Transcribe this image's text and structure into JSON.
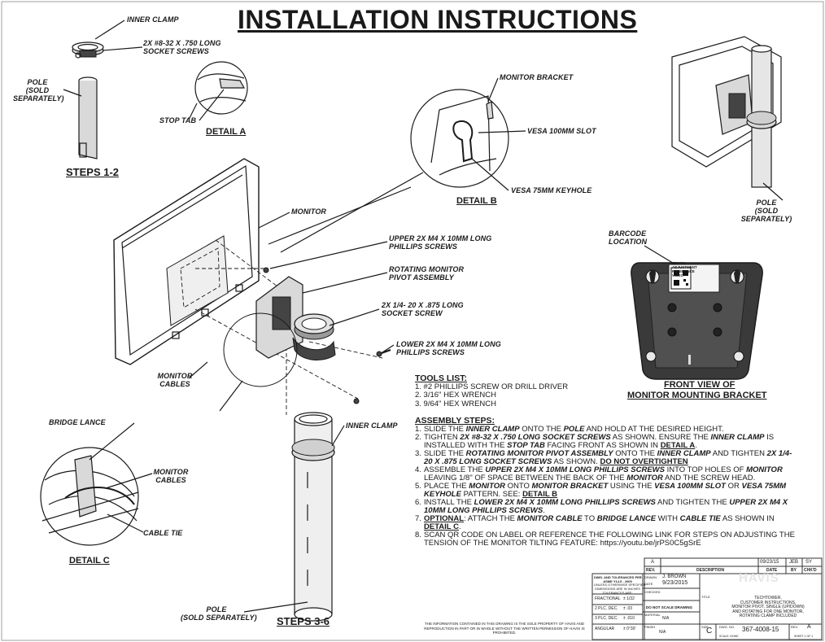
{
  "title": "INSTALLATION INSTRUCTIONS",
  "headings": {
    "steps_1_2": "STEPS 1-2",
    "detail_a": "DETAIL A",
    "detail_b": "DETAIL B",
    "detail_c": "DETAIL C",
    "steps_3_6": "STEPS 3-6",
    "front_view_1": "FRONT VIEW OF",
    "front_view_2": "MONITOR MOUNTING BRACKET"
  },
  "callouts": {
    "inner_clamp_top": "INNER CLAMP",
    "socket_screws": "2X #8-32 X .750 LONG\nSOCKET SCREWS",
    "pole_top": "POLE\n(SOLD\nSEPARATELY)",
    "stop_tab": "STOP TAB",
    "monitor_bracket": "MONITOR BRACKET",
    "vesa_100": "VESA 100MM SLOT",
    "vesa_75": "VESA 75MM KEYHOLE",
    "pole_right": "POLE\n(SOLD\nSEPARATELY)",
    "monitor": "MONITOR",
    "upper_screws": "UPPER 2X M4 X 10MM LONG\nPHILLIPS SCREWS",
    "pivot_assembly": "ROTATING MONITOR\nPIVOT ASSEMBLY",
    "socket_screw_14": "2X 1/4- 20 X .875 LONG\nSOCKET SCREW",
    "lower_screws": "LOWER 2X M4 X 10MM LONG\nPHILLIPS SCREWS",
    "barcode": "BARCODE\nLOCATION",
    "monitor_cables_main": "MONITOR\nCABLES",
    "bridge_lance": "BRIDGE LANCE",
    "monitor_cables_detail": "MONITOR\nCABLES",
    "cable_tie": "CABLE TIE",
    "inner_clamp_bottom": "INNER CLAMP",
    "pole_bottom": "POLE\n(SOLD SEPARATELY)"
  },
  "label_text": "ERGON\nADJUSTMENT\nREFERENCE\nVIDEO",
  "tools": {
    "heading": "TOOLS LIST:",
    "items": [
      "1. #2 PHILLIPS SCREW OR DRILL DRIVER",
      "2. 3/16\" HEX WRENCH",
      "3. 9/64\" HEX WRENCH"
    ]
  },
  "assembly": {
    "heading": "ASSEMBLY STEPS:",
    "steps": [
      {
        "n": "1.",
        "parts": [
          [
            "t",
            "SLIDE THE "
          ],
          [
            "b",
            "INNER CLAMP"
          ],
          [
            "t",
            " ONTO THE "
          ],
          [
            "b",
            "POLE"
          ],
          [
            "t",
            " AND HOLD AT THE DESIRED HEIGHT."
          ]
        ]
      },
      {
        "n": "2.",
        "parts": [
          [
            "t",
            "TIGHTEN "
          ],
          [
            "b",
            "2X #8-32 X .750 LONG SOCKET SCREWS"
          ],
          [
            "t",
            " AS SHOWN. ENSURE THE "
          ],
          [
            "b",
            "INNER CLAMP"
          ],
          [
            "t",
            " IS INSTALLED WITH THE "
          ],
          [
            "b",
            "STOP TAB"
          ],
          [
            "t",
            " FACING FRONT AS SHOWN IN "
          ],
          [
            "u",
            "DETAIL A"
          ],
          [
            "t",
            "."
          ]
        ]
      },
      {
        "n": "3.",
        "parts": [
          [
            "t",
            "SLIDE THE "
          ],
          [
            "b",
            "ROTATING MONITOR PIVOT ASSEMBLY"
          ],
          [
            "t",
            " ONTO THE "
          ],
          [
            "b",
            "INNER CLAMP"
          ],
          [
            "t",
            " AND TIGHTEN "
          ],
          [
            "b",
            "2X 1/4-20 X .875 LONG SOCKET SCREWS"
          ],
          [
            "t",
            " AS SHOWN. "
          ],
          [
            "u",
            "DO NOT OVERTIGHTEN"
          ]
        ]
      },
      {
        "n": "4.",
        "parts": [
          [
            "t",
            "ASSEMBLE THE "
          ],
          [
            "b",
            "UPPER 2X M4 X 10MM LONG PHILLIPS SCREWS"
          ],
          [
            "t",
            " INTO TOP HOLES OF "
          ],
          [
            "b",
            "MONITOR"
          ],
          [
            "t",
            " LEAVING 1/8\" OF SPACE BETWEEN THE BACK OF THE "
          ],
          [
            "b",
            "MONITOR"
          ],
          [
            "t",
            " AND THE SCREW HEAD."
          ]
        ]
      },
      {
        "n": "5.",
        "parts": [
          [
            "t",
            "PLACE THE "
          ],
          [
            "b",
            "MONITOR"
          ],
          [
            "t",
            " ONTO "
          ],
          [
            "b",
            "MONITOR BRACKET"
          ],
          [
            "t",
            " USING THE "
          ],
          [
            "b",
            "VESA 100MM SLOT"
          ],
          [
            "t",
            " OR "
          ],
          [
            "b",
            "VESA 75MM KEYHOLE"
          ],
          [
            "t",
            " PATTERN. SEE: "
          ],
          [
            "u",
            "DETAIL B"
          ]
        ]
      },
      {
        "n": "6.",
        "parts": [
          [
            "t",
            "INSTALL THE "
          ],
          [
            "b",
            "LOWER 2X M4 X 10MM LONG PHILLIPS SCREWS"
          ],
          [
            "t",
            " AND TIGHTEN THE "
          ],
          [
            "b",
            "UPPER 2X M4 X 10MM LONG PHILLIPS SCREWS"
          ],
          [
            "t",
            "."
          ]
        ]
      },
      {
        "n": "7.",
        "parts": [
          [
            "u",
            "OPTIONAL"
          ],
          [
            "t",
            ": ATTACH THE "
          ],
          [
            "b",
            "MONITOR CABLE"
          ],
          [
            "t",
            " TO "
          ],
          [
            "b",
            "BRIDGE LANCE"
          ],
          [
            "t",
            " WITH "
          ],
          [
            "b",
            "CABLE TIE"
          ],
          [
            "t",
            " AS SHOWN IN "
          ],
          [
            "u",
            "DETAIL C"
          ],
          [
            "t",
            "."
          ]
        ]
      },
      {
        "n": "8.",
        "parts": [
          [
            "t",
            "SCAN QR CODE ON LABEL OR REFERENCE THE FOLLOWING LINK FOR STEPS ON ADJUSTING THE TENSION OF THE MONITOR TILTING FEATURE:  https://youtu.be/jrPS0C5gSrE"
          ]
        ]
      }
    ]
  },
  "title_block": {
    "rev_letter": "A",
    "rev_date": "09/23/15",
    "rev_by": "JEB",
    "rev_chkd": "SY",
    "rev_h": "REV.",
    "desc_h": "DESCRIPTION",
    "date_h": "DATE",
    "by_h": "BY",
    "chkd_h": "CHK'D",
    "dims_note": "DIMS. AND TOLERANCES PER\nASME Y14.5 - 2009",
    "unless_note": "UNLESS OTHERWISE SPECIFIED\nDIMENSIONS ARE IN INCHES\nTOLERANCES ARE:",
    "fractional": "FRACTIONAL",
    "fractional_val": "± 1/32",
    "two_plc": "2 PLC. DEC.",
    "two_plc_val": "± .03",
    "three_plc": "3 PLC. DEC.",
    "three_plc_val": "± .010",
    "angular": "ANGULAR",
    "angular_val": "± 0°30'",
    "drawn_h": "DRAWN",
    "drawn": "J. BROWN",
    "date_lbl": "DATE",
    "date": "9/23/2015",
    "checked_h": "CHECKED",
    "do_not_scale": "DO NOT SCALE DRAWING",
    "material_h": "MATERIAL",
    "material": "N/A",
    "finish_h": "FINISH",
    "finish": "N/A",
    "title_h": "TITLE",
    "description": "TECHTOWER,\nCUSTOMER INSTRUCTIONS,\nMONITOR PIVOT, SINGLE (UP/DOWN)\nAND ROTATING FOR ONE MONITOR,\nROTATING CLAMP INCLUDED",
    "logo": "HAVIS",
    "size_h": "SIZE",
    "size": "C",
    "dwg_h": "DWG. NO.",
    "dwg_no": "367-4008-15",
    "rev_h2": "REV.",
    "rev2": "A",
    "scale_h": "SCALE: NONE",
    "sheet": "SHEET 1 OF 1",
    "notice": "THE INFORMATION CONTAINED IN THIS DRAWING IS THE SOLE PROPERTY OF HAVIS AND REPRODUCTION IN PART OR IN WHOLE WITHOUT THE WRITTEN PERMISSION OF HAVIS IS PROHIBITED."
  }
}
